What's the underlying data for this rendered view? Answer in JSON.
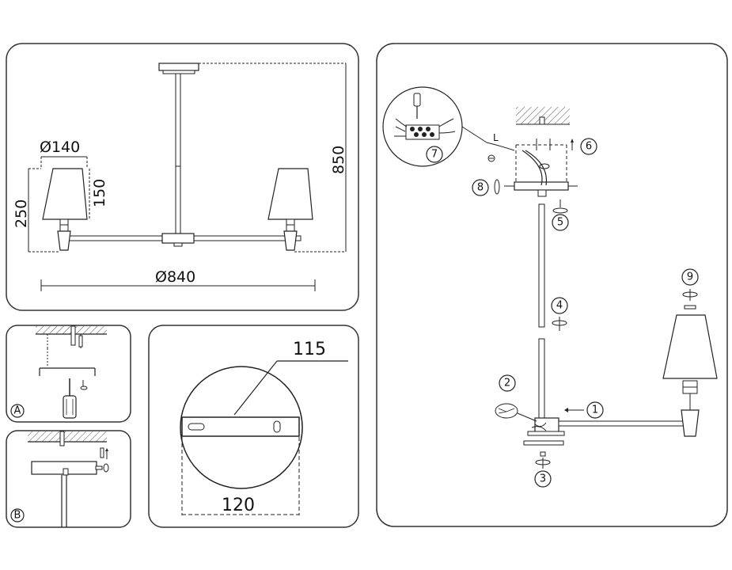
{
  "dimensions": {
    "shade_diameter": "Ø140",
    "shade_height": "150",
    "lamp_height": "250",
    "total_height": "850",
    "span": "Ø840",
    "plate_width": "120",
    "plate_diameter": "115"
  },
  "panel_labels": {
    "a": "A",
    "b": "B"
  },
  "steps": [
    "1",
    "2",
    "3",
    "4",
    "5",
    "6",
    "7",
    "8",
    "9"
  ],
  "colors": {
    "stroke": "#222222",
    "panel_border": "#333333",
    "shade_fill": "#ffffff",
    "hatch": "#555555"
  },
  "icons": [
    "screwdriver-icon",
    "screw-icon",
    "nut-icon",
    "terminal-block-icon",
    "wire-connector-icon"
  ]
}
